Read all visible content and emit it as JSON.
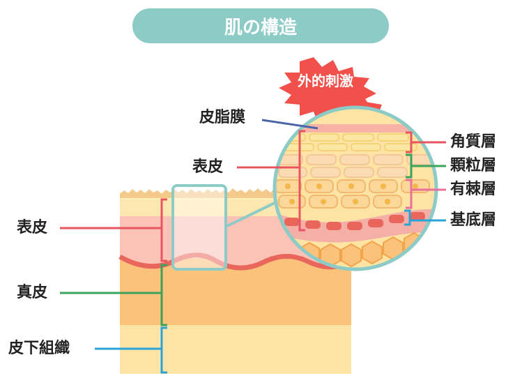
{
  "title": "肌の構造",
  "burst_label": "外的刺激",
  "left_labels": {
    "epidermis": "表皮",
    "dermis": "真皮",
    "subcutaneous": "皮下組織"
  },
  "zoom_labels": {
    "sebum_film": "皮脂膜",
    "epidermis": "表皮"
  },
  "right_labels": {
    "stratum_corneum": "角質層",
    "stratum_granulosum": "顆粒層",
    "stratum_spinosum": "有棘層",
    "stratum_basale": "基底層"
  },
  "colors": {
    "title_bg": "#8ccbc6",
    "teal_frame": "#8ccbc6",
    "burst": "#f2504a",
    "epidermis_marker": "#e85560",
    "dermis_marker": "#3ca35c",
    "subcutaneous_marker": "#2aa3db",
    "sebum_marker": "#4a66a8",
    "spinosum_marker": "#e8709a",
    "corneum_layer": "#fdf0b8",
    "pink_layer": "#fcc2b6",
    "dermis_layer": "#fbc27c",
    "subcutaneous_layer": "#fde4a4",
    "basal_line": "#e9665c"
  }
}
